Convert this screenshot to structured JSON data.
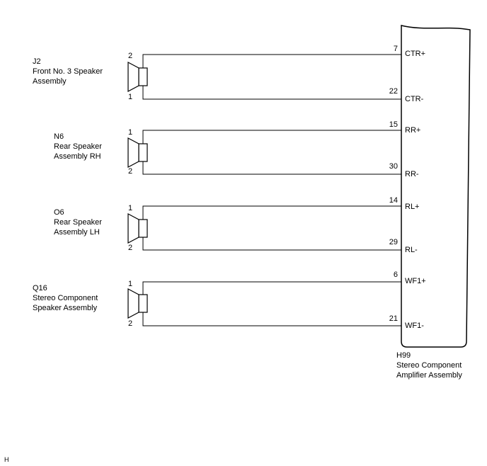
{
  "speakers": [
    {
      "code": "J2",
      "name_line1": "Front No. 3 Speaker",
      "name_line2": "Assembly",
      "pin_top": "2",
      "pin_bottom": "1"
    },
    {
      "code": "N6",
      "name_line1": "Rear Speaker",
      "name_line2": "Assembly RH",
      "pin_top": "1",
      "pin_bottom": "2"
    },
    {
      "code": "O6",
      "name_line1": "Rear Speaker",
      "name_line2": "Assembly LH",
      "pin_top": "1",
      "pin_bottom": "2"
    },
    {
      "code": "Q16",
      "name_line1": "Stereo Component",
      "name_line2": "Speaker Assembly",
      "pin_top": "1",
      "pin_bottom": "2"
    }
  ],
  "amplifier": {
    "code": "H99",
    "name_line1": "Stereo Component",
    "name_line2": "Amplifier Assembly",
    "terminals": [
      {
        "pin": "7",
        "label": "CTR+"
      },
      {
        "pin": "22",
        "label": "CTR-"
      },
      {
        "pin": "15",
        "label": "RR+"
      },
      {
        "pin": "30",
        "label": "RR-"
      },
      {
        "pin": "14",
        "label": "RL+"
      },
      {
        "pin": "29",
        "label": "RL-"
      },
      {
        "pin": "6",
        "label": "WF1+"
      },
      {
        "pin": "21",
        "label": "WF1-"
      }
    ]
  },
  "corner_mark": "H"
}
